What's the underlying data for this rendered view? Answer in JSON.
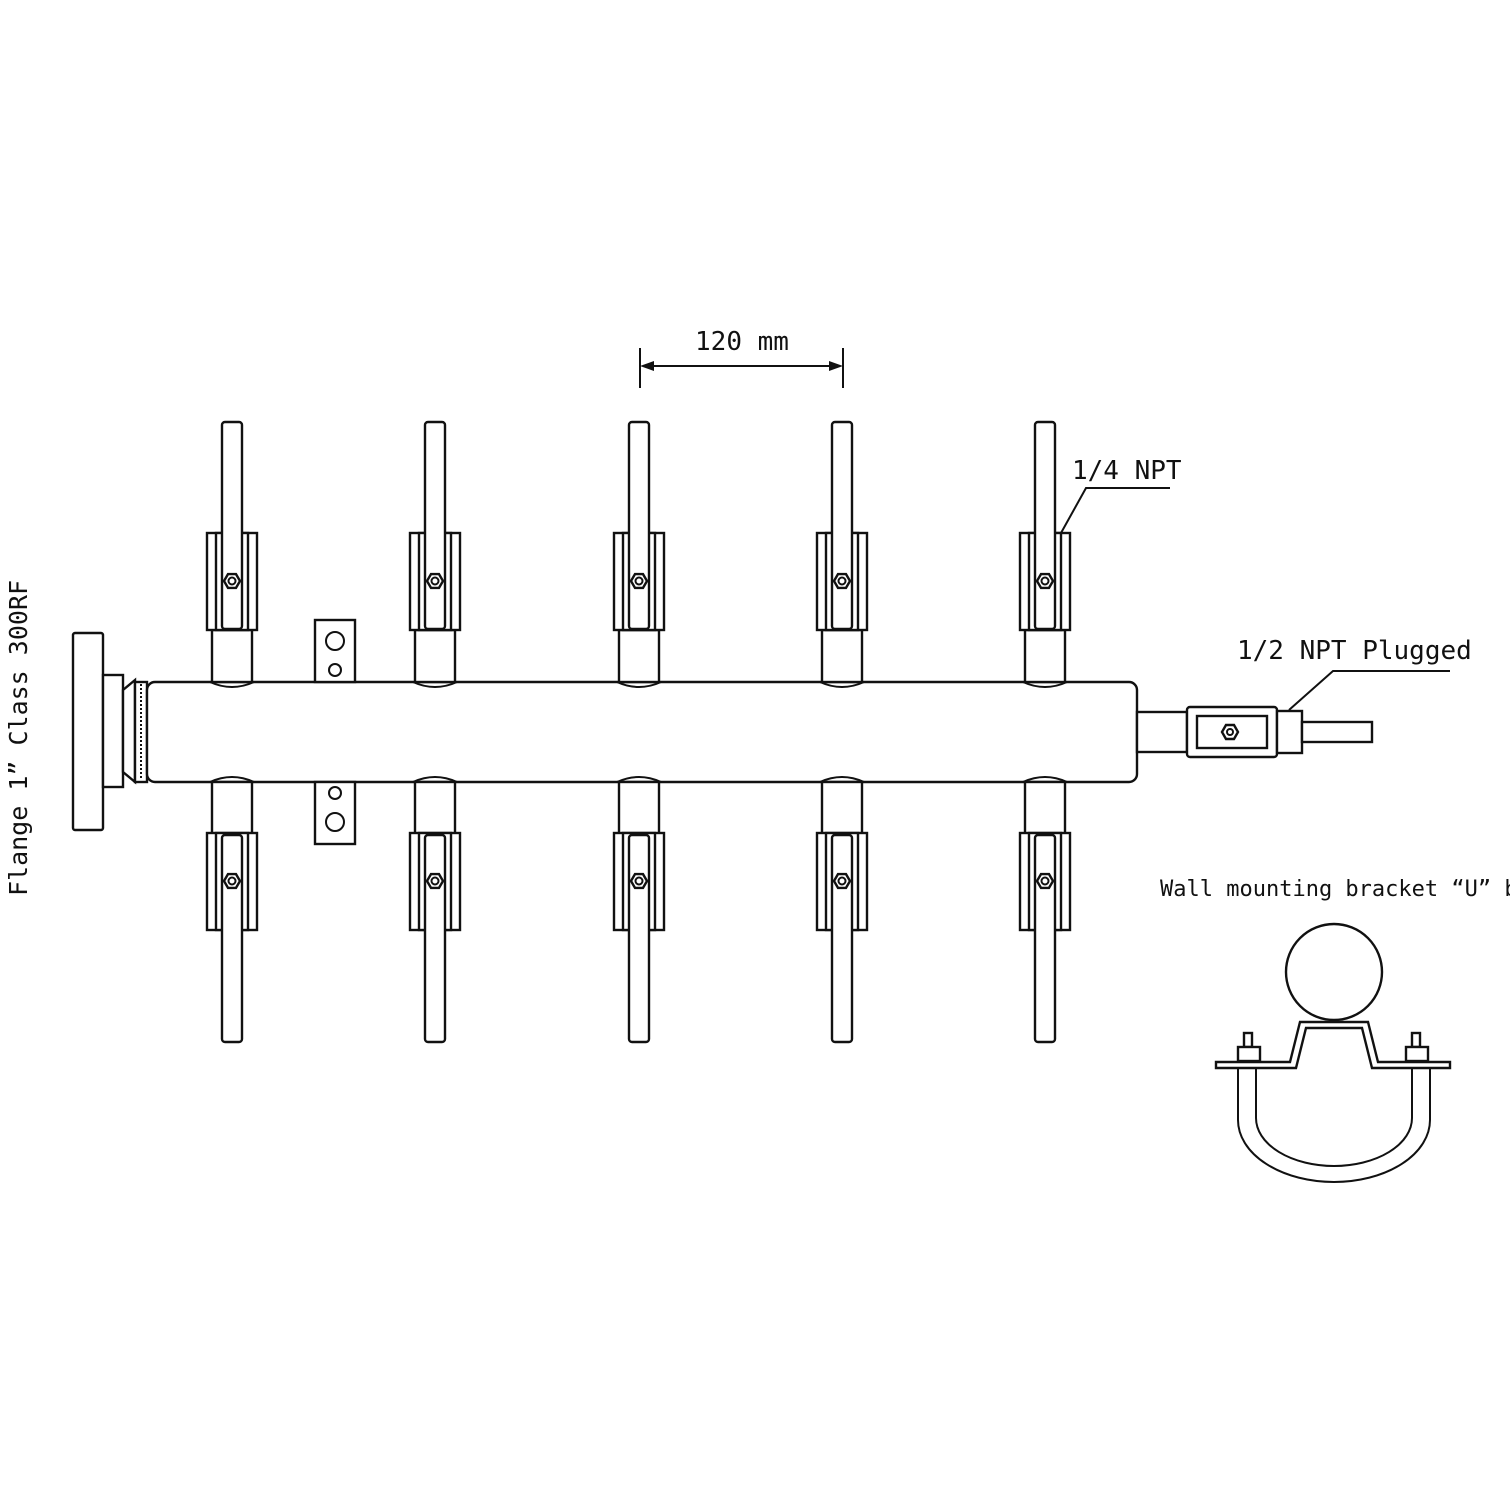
{
  "labels": {
    "spacing": "120 mm",
    "branch_port": "1/4 NPT",
    "end_port": "1/2 NPT Plugged",
    "flange": "Flange 1” Class 300RF",
    "bracket": "Wall mounting bracket “U” bolt"
  },
  "manifold": {
    "valves_per_side": 5,
    "sides": [
      "top",
      "bottom"
    ]
  },
  "colors": {
    "line": "#111111",
    "background": "#ffffff"
  }
}
